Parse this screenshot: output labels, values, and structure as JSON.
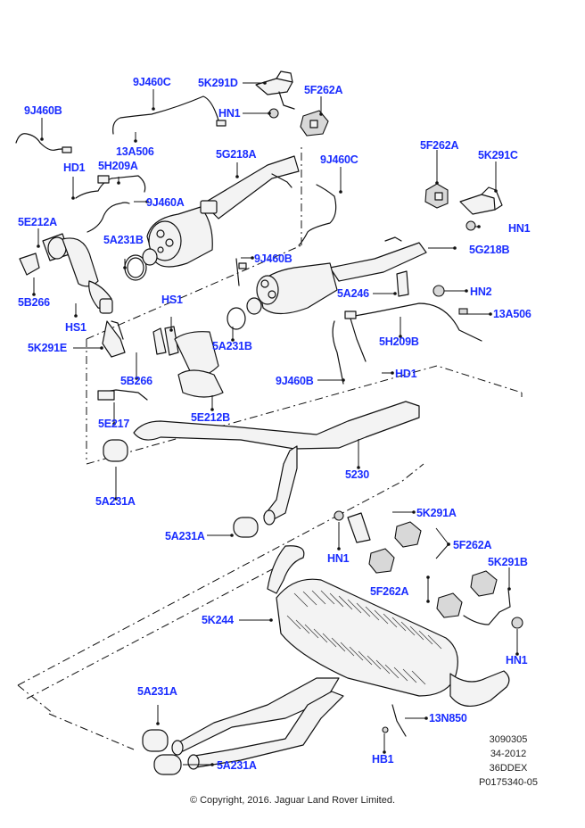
{
  "diagram": {
    "title": "Exhaust System Components",
    "label_color": "#1a2dff",
    "callouts": [
      {
        "id": "c1",
        "text": "9J460C"
      },
      {
        "id": "c2",
        "text": "5K291D"
      },
      {
        "id": "c3",
        "text": "5F262A"
      },
      {
        "id": "c4",
        "text": "9J460B"
      },
      {
        "id": "c5",
        "text": "HN1"
      },
      {
        "id": "c6",
        "text": "13A506"
      },
      {
        "id": "c7",
        "text": "HD1"
      },
      {
        "id": "c8",
        "text": "5H209A"
      },
      {
        "id": "c9",
        "text": "5G218A"
      },
      {
        "id": "c10",
        "text": "9J460C"
      },
      {
        "id": "c11",
        "text": "5F262A"
      },
      {
        "id": "c12",
        "text": "5K291C"
      },
      {
        "id": "c13",
        "text": "9J460A"
      },
      {
        "id": "c14",
        "text": "5E212A"
      },
      {
        "id": "c15",
        "text": "5A231B"
      },
      {
        "id": "c16",
        "text": "HN1"
      },
      {
        "id": "c17",
        "text": "5G218B"
      },
      {
        "id": "c18",
        "text": "9J460B"
      },
      {
        "id": "c19",
        "text": "5B266"
      },
      {
        "id": "c20",
        "text": "HS1"
      },
      {
        "id": "c21",
        "text": "5A246"
      },
      {
        "id": "c22",
        "text": "HN2"
      },
      {
        "id": "c23",
        "text": "HS1"
      },
      {
        "id": "c24",
        "text": "13A506"
      },
      {
        "id": "c25",
        "text": "5K291E"
      },
      {
        "id": "c26",
        "text": "5A231B"
      },
      {
        "id": "c27",
        "text": "5H209B"
      },
      {
        "id": "c28",
        "text": "5B266"
      },
      {
        "id": "c29",
        "text": "9J460B"
      },
      {
        "id": "c30",
        "text": "HD1"
      },
      {
        "id": "c31",
        "text": "5E217"
      },
      {
        "id": "c32",
        "text": "5E212B"
      },
      {
        "id": "c33",
        "text": "5230"
      },
      {
        "id": "c34",
        "text": "5A231A"
      },
      {
        "id": "c35",
        "text": "5K291A"
      },
      {
        "id": "c36",
        "text": "5A231A"
      },
      {
        "id": "c37",
        "text": "5F262A"
      },
      {
        "id": "c38",
        "text": "HN1"
      },
      {
        "id": "c39",
        "text": "5K291B"
      },
      {
        "id": "c40",
        "text": "5F262A"
      },
      {
        "id": "c41",
        "text": "5K244"
      },
      {
        "id": "c42",
        "text": "HN1"
      },
      {
        "id": "c43",
        "text": "5A231A"
      },
      {
        "id": "c44",
        "text": "13N850"
      },
      {
        "id": "c45",
        "text": "HB1"
      },
      {
        "id": "c46",
        "text": "5A231A"
      }
    ],
    "reference": {
      "line1": "3090305",
      "line2": "34-2012",
      "line3": "36DDEX",
      "line4": "P0175340-05"
    },
    "copyright": "© Copyright, 2016. Jaguar Land Rover Limited."
  }
}
